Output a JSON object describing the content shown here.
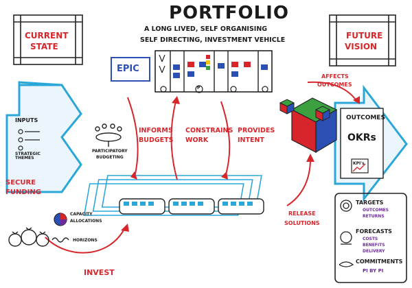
{
  "title": "PORTFOLIO",
  "subtitle_line1": "A LONG LIVED, SELF ORGANISING",
  "subtitle_line2": "SELF DIRECTING, INVESTMENT VEHICLE",
  "current_state": {
    "line1": "CURRENT",
    "line2": "STATE"
  },
  "future_vision": {
    "line1": "FUTURE",
    "line2": "VISION"
  },
  "epic": "EPIC",
  "board_marker": "P",
  "inputs": {
    "label": "INPUTS",
    "item": "STRATEGIC THEMES"
  },
  "participatory_budgeting": {
    "line1": "PARTICIPATORY",
    "line2": "BUDGETING"
  },
  "flows": {
    "informs_line1": "INFORMS",
    "informs_line2": "BUDGETS",
    "constrains_line1": "CONSTRAINS",
    "constrains_line2": "WORK",
    "provides_line1": "PROVIDES",
    "provides_line2": "INTENT",
    "affects_line1": "AFFECTS",
    "affects_line2": "OUTCOMES",
    "release_line1": "RELEASE",
    "release_line2": "SOLUTIONS",
    "invest": "INVEST"
  },
  "secure_funding": {
    "line1": "SECURE",
    "line2": "FUNDING"
  },
  "capacity_allocations": {
    "line1": "CAPACITY",
    "line2": "ALLOCATIONS"
  },
  "horizons": "HORIZONS",
  "outcomes": {
    "label": "OUTCOMES",
    "okrs": "OKRs",
    "kpis": "KPI's"
  },
  "legend": {
    "targets": "TARGETS",
    "targets_sub1": "OUTCOMES",
    "targets_sub2": "RETURNS",
    "forecasts": "FORECASTS",
    "forecasts_sub1": "COSTS",
    "forecasts_sub2": "BENEFITS",
    "forecasts_sub3": "DELIVERY",
    "commitments": "COMMITMENTS",
    "commitments_sub": "PI BY PI"
  },
  "colors": {
    "red": "#d6262b",
    "blue": "#2c4fb3",
    "green": "#3aa040",
    "purple": "#6b2c9c",
    "cyan": "#2aa6d8"
  }
}
